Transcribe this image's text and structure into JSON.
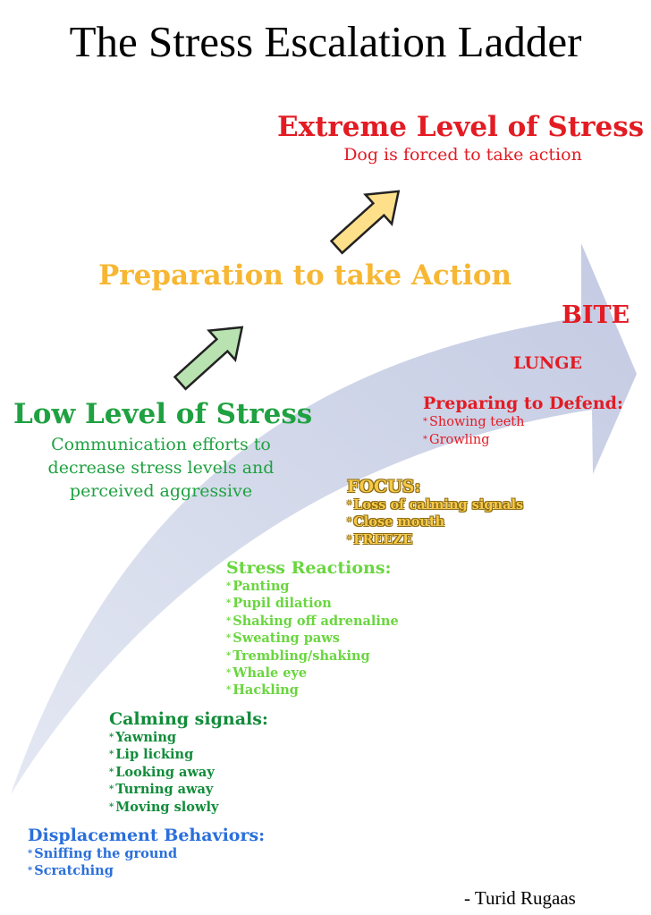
{
  "title": "The Stress Escalation Ladder",
  "extreme": {
    "heading": "Extreme Level of Stress",
    "sub": "Dog is forced to take action"
  },
  "preparation": {
    "heading": "Preparation to take Action"
  },
  "low": {
    "heading": "Low Level of Stress",
    "sub": "Communication efforts to decrease stress levels and perceived aggressive"
  },
  "bite": "BITE",
  "lunge": "LUNGE",
  "defend": {
    "title": "Preparing to Defend:",
    "items": [
      "Showing teeth",
      "Growling"
    ]
  },
  "focus": {
    "title": "FOCUS:",
    "items": [
      "Loss of calming signals",
      "Close mouth",
      "FREEZE"
    ]
  },
  "stress_reactions": {
    "title": "Stress Reactions:",
    "items": [
      "Panting",
      "Pupil dilation",
      "Shaking off adrenaline",
      "Sweating paws",
      "Trembling/shaking",
      "Whale eye",
      "Hackling"
    ]
  },
  "calming": {
    "title": "Calming signals:",
    "items": [
      "Yawning",
      "Lip licking",
      "Looking away",
      "Turning away",
      "Moving slowly"
    ]
  },
  "displacement": {
    "title": "Displacement Behaviors:",
    "items": [
      "Sniffing the ground",
      "Scratching"
    ]
  },
  "author": "- Turid Rugaas",
  "bullet": "*",
  "colors": {
    "extreme": "#e31b23",
    "preparation": "#f7b733",
    "low": "#1fa141",
    "focus": "#f7c948",
    "stress_reactions": "#6ad63f",
    "calming": "#128c3a",
    "displacement": "#2a6fdb",
    "curve": "#cdd3e6",
    "arrow_green": "#b8e2b0",
    "arrow_yellow": "#ffe08a"
  }
}
